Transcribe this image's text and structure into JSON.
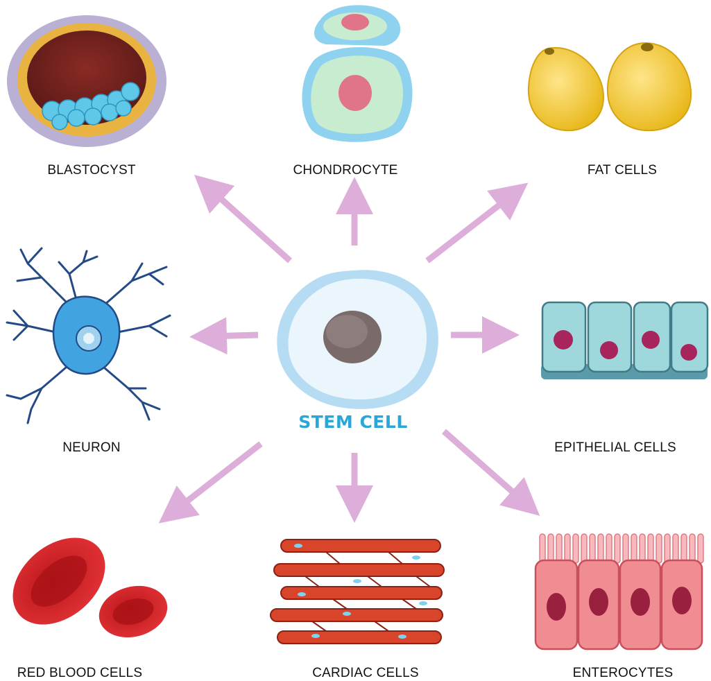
{
  "center": {
    "label": "STEM CELL",
    "label_color": "#2aa7d8",
    "cell_color": "#cfe9f7",
    "nucleus_color": "#7a6a6a"
  },
  "arrow_color": "#dcaed9",
  "cell_types": [
    {
      "key": "blastocyst",
      "label": "BLASTOCYST",
      "icon": "blastocyst-icon"
    },
    {
      "key": "chondrocyte",
      "label": "CHONDROCYTE",
      "icon": "chondrocyte-icon"
    },
    {
      "key": "fat",
      "label": "FAT CELLS",
      "icon": "fat-cells-icon"
    },
    {
      "key": "neuron",
      "label": "NEURON",
      "icon": "neuron-icon"
    },
    {
      "key": "epithelial",
      "label": "EPITHELIAL CELLS",
      "icon": "epithelial-cells-icon"
    },
    {
      "key": "rbc",
      "label": "RED BLOOD CELLS",
      "icon": "red-blood-cells-icon"
    },
    {
      "key": "cardiac",
      "label": "CARDIAC CELLS",
      "icon": "cardiac-cells-icon"
    },
    {
      "key": "enterocytes",
      "label": "ENTEROCYTES",
      "icon": "enterocytes-icon"
    }
  ]
}
